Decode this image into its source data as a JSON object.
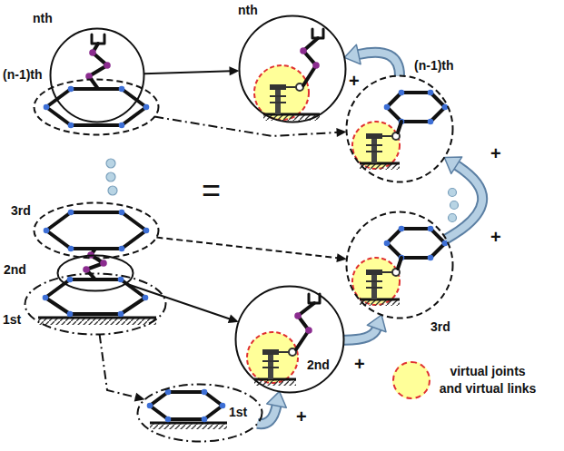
{
  "diagram": {
    "nodes": [
      {
        "text": [
          "nth"
        ]
      },
      {
        "text": [
          "(n-1)th"
        ]
      },
      {
        "text": [
          "3rd"
        ]
      },
      {
        "text": [
          "2nd"
        ]
      },
      {
        "text": [
          "1st"
        ]
      },
      {
        "text": [
          "nth"
        ]
      },
      {
        "text": [
          "(n-1)th"
        ]
      },
      {
        "text": [
          "3rd"
        ]
      },
      {
        "text": [
          "2nd"
        ]
      },
      {
        "text": [
          "1st"
        ]
      }
    ],
    "edges": [
      {
        "from": 0,
        "to": 5,
        "arrow": "to"
      },
      {
        "from": 1,
        "to": 6,
        "arrow": "to"
      },
      {
        "from": 2,
        "to": 7,
        "arrow": "to"
      },
      {
        "from": 3,
        "to": 8,
        "arrow": "to"
      },
      {
        "from": 4,
        "to": 9,
        "arrow": "to"
      },
      {
        "from": 9,
        "to": 8,
        "arrow": "to"
      },
      {
        "from": 8,
        "to": 7,
        "arrow": "to"
      },
      {
        "from": 7,
        "to": 6,
        "arrow": "to"
      },
      {
        "from": 6,
        "to": 5,
        "arrow": "to"
      }
    ],
    "labels": [
      "=",
      "+",
      "+",
      "+",
      "+",
      "+"
    ],
    "legend": [
      {
        "text": "virtual joints and virtual links",
        "color": "#ffff99"
      }
    ]
  }
}
